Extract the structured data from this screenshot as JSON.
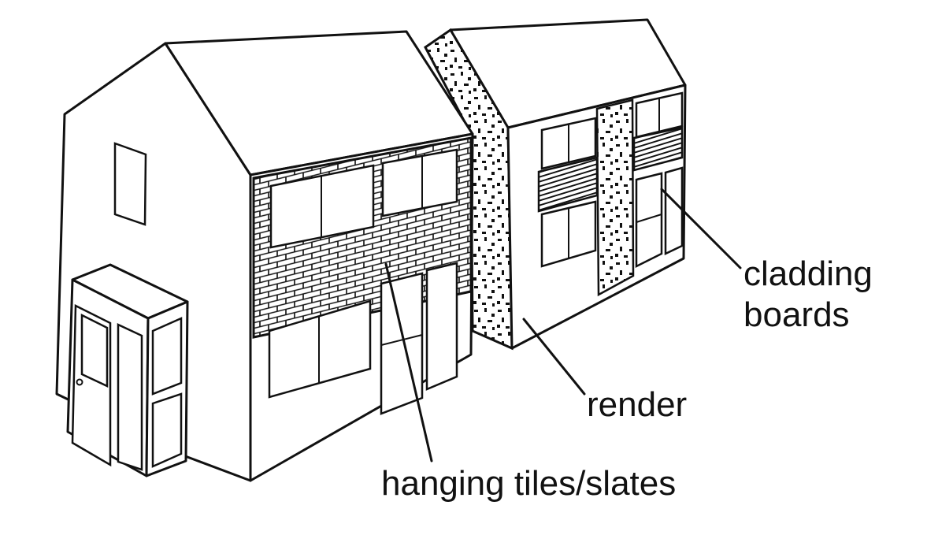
{
  "labels": {
    "cladding_line1": "cladding",
    "cladding_line2": "boards",
    "render": "render",
    "hanging": "hanging tiles/slates"
  },
  "colors": {
    "ink": "#111111",
    "background": "#ffffff"
  }
}
